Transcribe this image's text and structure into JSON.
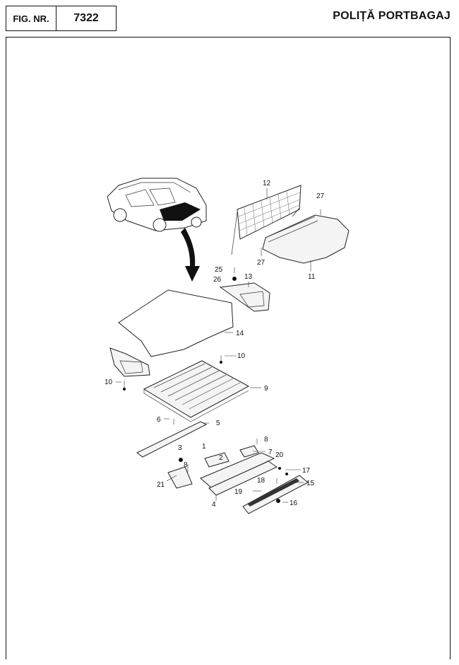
{
  "header": {
    "fig_label": "FIG. NR.",
    "fig_number": "7322",
    "title": "POLIȚĂ PORTBAGAJ"
  },
  "callouts": {
    "c1": "1",
    "c2": "2",
    "c3": "3",
    "c4": "4",
    "c5": "5",
    "c6": "6",
    "c7": "7",
    "c8a": "8",
    "c8b": "8",
    "c9": "9",
    "c10a": "10",
    "c10b": "10",
    "c11": "11",
    "c12": "12",
    "c13": "13",
    "c14": "14",
    "c15": "15",
    "c16": "16",
    "c17": "17",
    "c18": "18",
    "c19": "19",
    "c20": "20",
    "c21": "21",
    "c25": "25",
    "c26": "26",
    "c27a": "27",
    "c27b": "27"
  }
}
